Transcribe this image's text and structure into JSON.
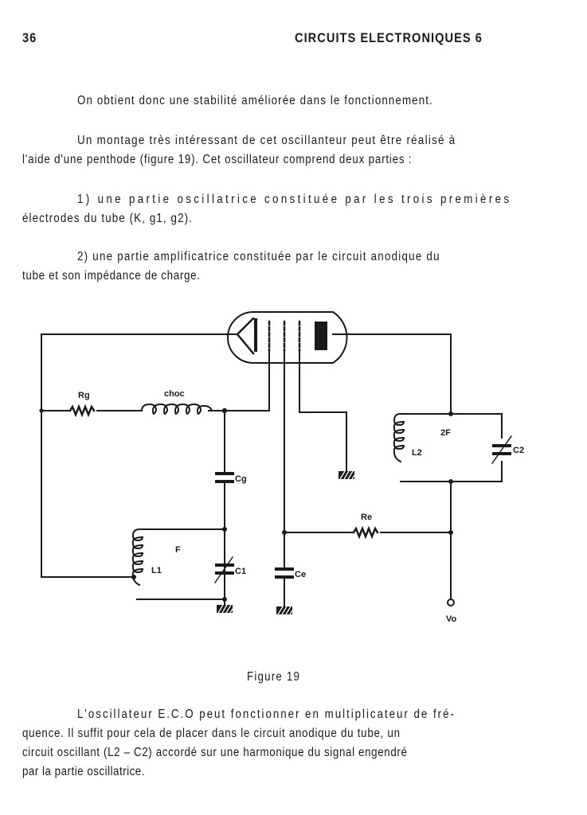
{
  "header": {
    "page_number": "36",
    "running_title": "CIRCUITS ELECTRONIQUES 6"
  },
  "body": {
    "p1": "On obtient donc une stabilité améliorée dans le fonctionnement.",
    "p2_line1": "Un montage très intéressant de cet oscillanteur peut être réalisé à",
    "p2_line2": "l'aide d'une penthode (figure 19). Cet oscillateur comprend deux parties :",
    "p3_line1": "1) une partie oscillatrice constituée par les trois premières",
    "p3_line2": "électrodes du tube (K, g1, g2).",
    "p4_line1": "2) une partie amplificatrice constituée par le circuit anodique du",
    "p4_line2": "tube et son impédance de charge.",
    "p5_line1": "L'oscillateur E.C.O peut fonctionner en multiplicateur de fré-",
    "p5_line2": "quence. Il suffit pour cela de placer dans le circuit anodique du tube, un",
    "p5_line3": "circuit oscillant (L2 – C2) accordé sur une harmonique du signal engendré",
    "p5_line4": "par la partie oscillatrice."
  },
  "figure": {
    "caption": "Figure 19",
    "labels": {
      "rg": "Rg",
      "choc": "choc",
      "cg": "Cg",
      "f": "F",
      "l1": "L1",
      "c1": "C1",
      "ce": "Ce",
      "re": "Re",
      "l2": "L2",
      "f2": "2F",
      "c2": "C2",
      "vo": "Vo"
    }
  }
}
